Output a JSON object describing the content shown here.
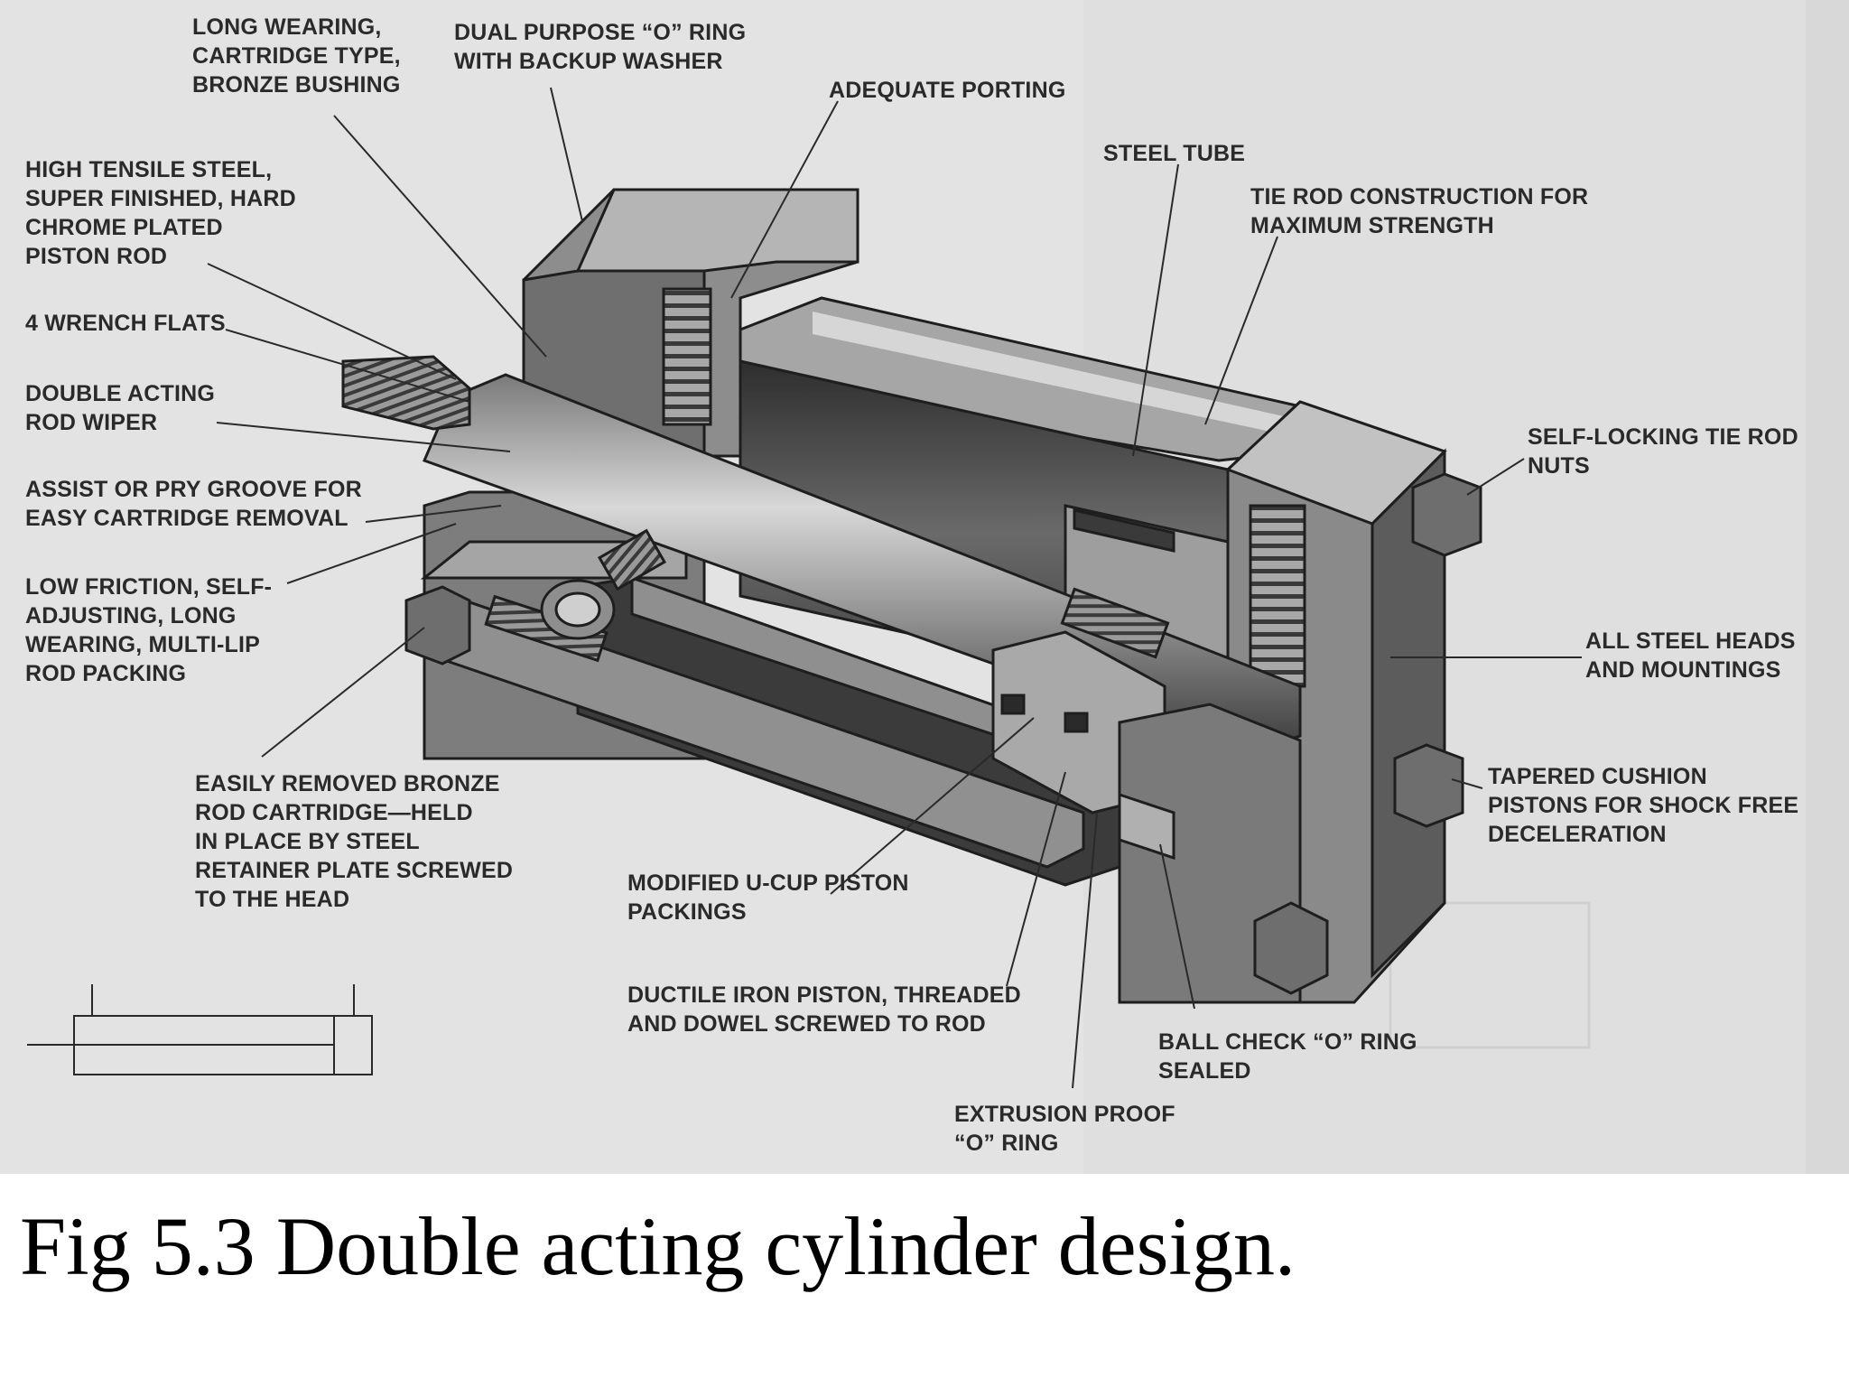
{
  "callouts": {
    "bushing": "LONG WEARING,\nCARTRIDGE TYPE,\nBRONZE BUSHING",
    "o_ring_washer": "DUAL PURPOSE “O” RING\nWITH BACKUP WASHER",
    "porting": "ADEQUATE PORTING",
    "steel_tube": "STEEL TUBE",
    "tie_rod": "TIE ROD CONSTRUCTION FOR\nMAXIMUM STRENGTH",
    "piston_rod": "HIGH TENSILE STEEL,\nSUPER FINISHED, HARD\nCHROME PLATED\nPISTON ROD",
    "wrench_flats": "4 WRENCH FLATS",
    "rod_wiper": "DOUBLE ACTING\nROD WIPER",
    "pry_groove": "ASSIST OR PRY GROOVE FOR\nEASY CARTRIDGE REMOVAL",
    "rod_packing": "LOW FRICTION, SELF-\nADJUSTING, LONG\nWEARING, MULTI-LIP\nROD PACKING",
    "tie_rod_nuts": "SELF-LOCKING TIE ROD\nNUTS",
    "steel_heads": "ALL STEEL HEADS\nAND MOUNTINGS",
    "cushion": "TAPERED CUSHION\nPISTONS FOR SHOCK FREE\nDECELERATION",
    "rod_cartridge": "EASILY REMOVED BRONZE\nROD CARTRIDGE—HELD\nIN PLACE BY STEEL\nRETAINER PLATE SCREWED\nTO THE HEAD",
    "u_cup": "MODIFIED U-CUP PISTON\nPACKINGS",
    "iron_piston": "DUCTILE IRON PISTON, THREADED\nAND DOWEL SCREWED TO ROD",
    "ball_check": "BALL CHECK “O” RING\nSEALED",
    "extrusion": "EXTRUSION PROOF\n“O” RING"
  },
  "caption": "Fig 5.3 Double acting cylinder design.",
  "colors": {
    "background": "#e3e3e3",
    "ink": "#2a2a2a",
    "metal_dark": "#3a3a3a",
    "metal_mid": "#8a8a8a",
    "metal_light": "#c4c4c4"
  }
}
